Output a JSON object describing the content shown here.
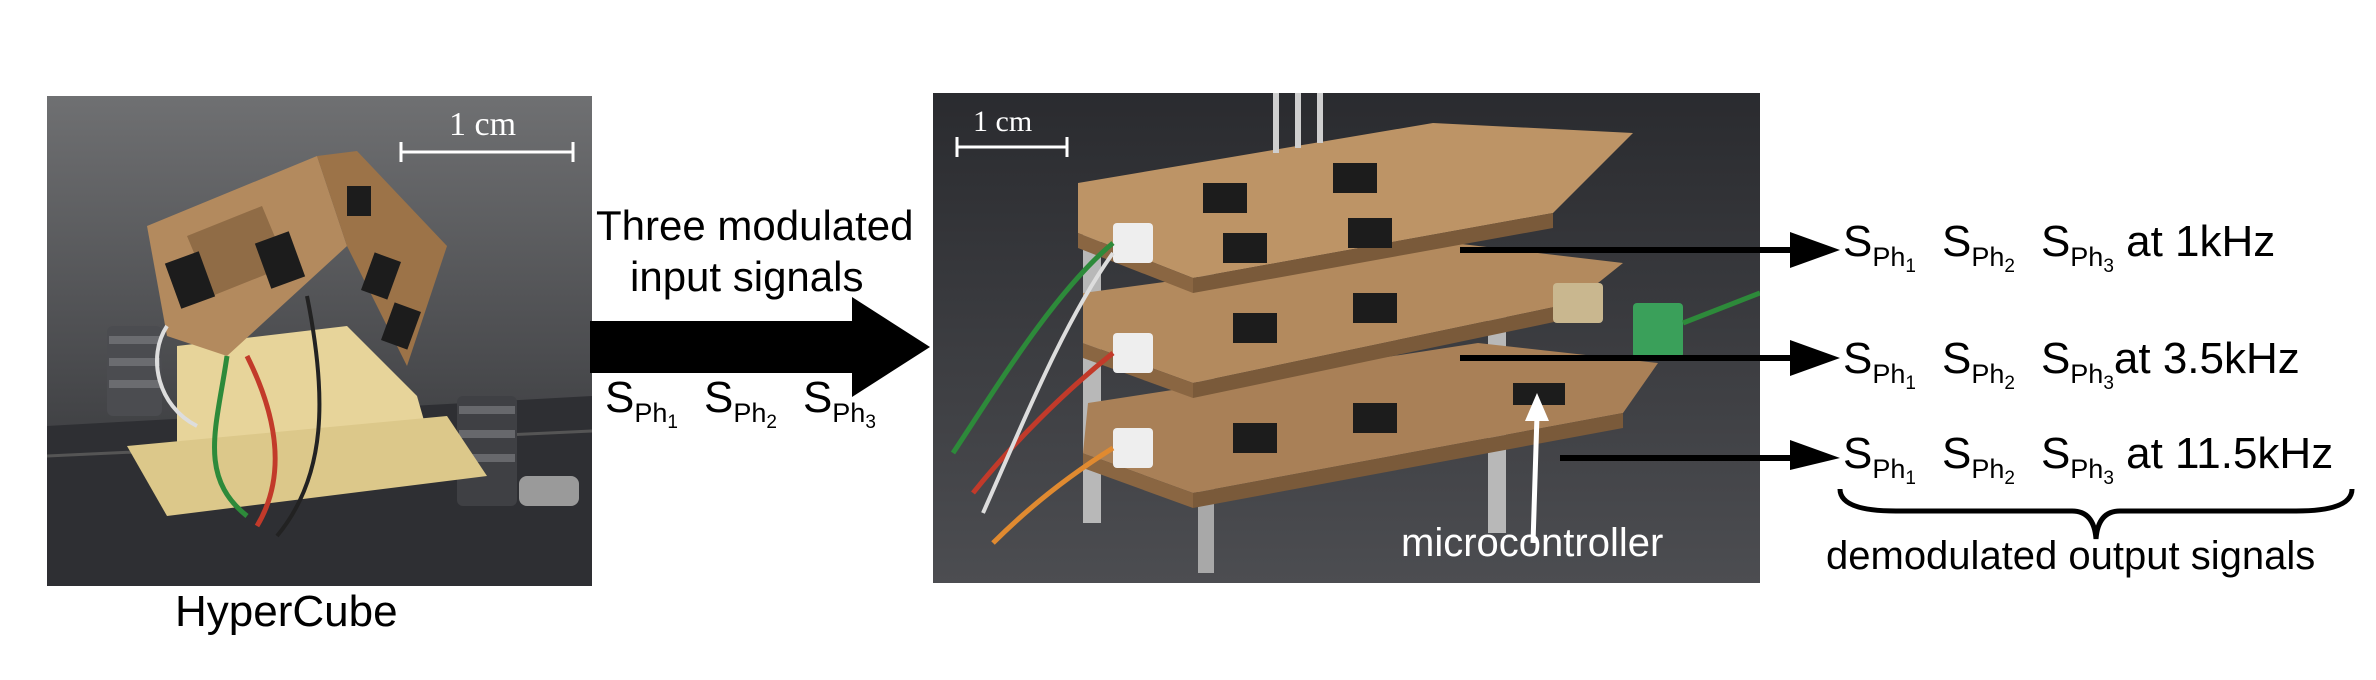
{
  "left_photo": {
    "scale_label": "1 cm",
    "caption": "HyperCube"
  },
  "input_arrow": {
    "label_line1": "Three modulated",
    "label_line2": "input signals"
  },
  "signal_symbol": {
    "base": "S",
    "sub": "Ph",
    "indices": [
      "1",
      "2",
      "3"
    ]
  },
  "right_photo": {
    "scale_label": "1 cm",
    "annotation": "microcontroller"
  },
  "outputs": [
    {
      "freq_text": "at 1kHz"
    },
    {
      "freq_text": "at 3.5kHz"
    },
    {
      "freq_text": "at 11.5kHz"
    }
  ],
  "brace_label": "demodulated output signals",
  "colors": {
    "arrow": "#000000",
    "photo_background": "#3a3b3f",
    "pcb": "#b38a5e",
    "mount": "#e7d49a"
  }
}
